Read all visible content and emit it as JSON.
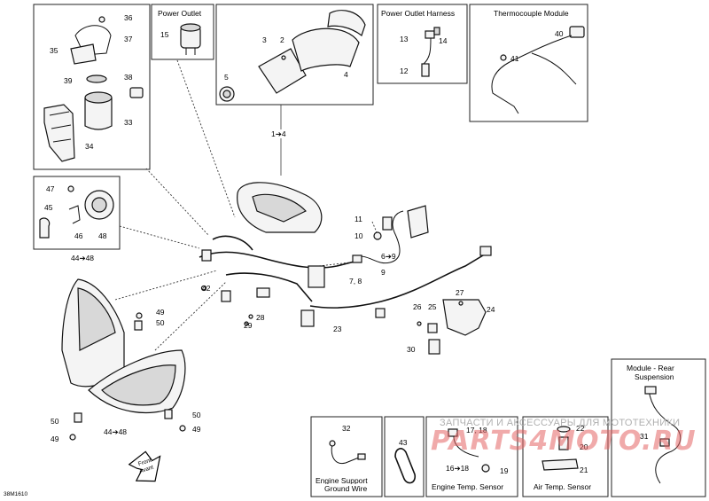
{
  "doc_code": "38M1610",
  "watermark": {
    "line1": "ЗАПЧАСТИ И АКСЕССУАРЫ ДЛЯ МОТОТЕХНИКИ",
    "logo": "PARTS4MOTO.RU"
  },
  "boxes": {
    "power_outlet": "Power Outlet",
    "power_outlet_harness": "Power Outlet Harness",
    "thermocouple_module": "Thermocouple Module",
    "engine_support_ground_wire": [
      "Engine Support",
      "Ground Wire"
    ],
    "engine_temp_sensor": "Engine Temp. Sensor",
    "air_temp_sensor": "Air Temp. Sensor",
    "module_rear_suspension": [
      "Module - Rear",
      "Suspension"
    ]
  },
  "front_arrow": [
    "Front",
    "Avant"
  ],
  "callouts": {
    "c36": "36",
    "c37": "37",
    "c35": "35",
    "c38": "38",
    "c39": "39",
    "c33": "33",
    "c34": "34",
    "c15": "15",
    "c3": "3",
    "c2": "2",
    "c4": "4",
    "c5": "5",
    "c13": "13",
    "c14": "14",
    "c12": "12",
    "c40": "40",
    "c41": "41",
    "c1_4": "1➔4",
    "c47": "47",
    "c45": "45",
    "c46": "46",
    "c48": "48",
    "c44_48_top": "44➔48",
    "c42": "42",
    "c11": "11",
    "c10": "10",
    "c6_9": "6➔9",
    "c9": "9",
    "c7_8": "7, 8",
    "c28": "28",
    "c29": "29",
    "c23": "23",
    "c49_top": "49",
    "c50_top": "50",
    "c27": "27",
    "c26": "26",
    "c25": "25",
    "c24": "24",
    "c30": "30",
    "c50_left": "50",
    "c49_left": "49",
    "c44_48_bottom": "44➔48",
    "c50_right": "50",
    "c49_right": "49",
    "c32": "32",
    "c43": "43",
    "c17_18": "17, 18",
    "c16_18": "16➔18",
    "c19": "19",
    "c22": "22",
    "c20": "20",
    "c21": "21",
    "c31": "31"
  }
}
